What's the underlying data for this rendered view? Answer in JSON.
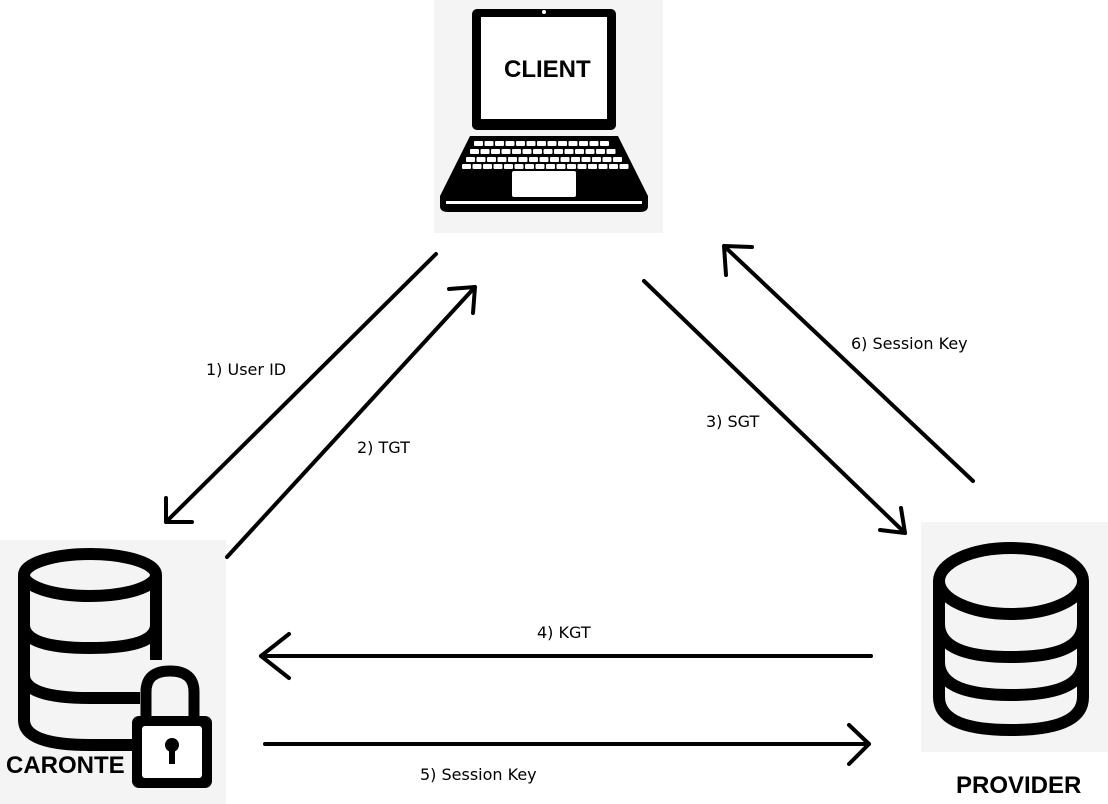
{
  "nodes": {
    "client": {
      "label": "CLIENT",
      "icon": "laptop-icon"
    },
    "caronte": {
      "label": "CARONTE",
      "icon": "database-lock-icon"
    },
    "provider": {
      "label": "PROVIDER",
      "icon": "database-icon"
    }
  },
  "edges": [
    {
      "id": "user-id",
      "label": "1) User ID",
      "from": "CLIENT",
      "to": "CARONTE"
    },
    {
      "id": "tgt",
      "label": "2) TGT",
      "from": "CARONTE",
      "to": "CLIENT"
    },
    {
      "id": "sgt",
      "label": "3) SGT",
      "from": "CLIENT",
      "to": "PROVIDER"
    },
    {
      "id": "kgt",
      "label": "4) KGT",
      "from": "PROVIDER",
      "to": "CARONTE"
    },
    {
      "id": "session-key-5",
      "label": "5) Session Key",
      "from": "CARONTE",
      "to": "PROVIDER"
    },
    {
      "id": "session-key-6",
      "label": "6) Session Key",
      "from": "PROVIDER",
      "to": "CLIENT"
    }
  ],
  "colors": {
    "ink": "#000000",
    "node_background": "#f4f4f4",
    "page": "#ffffff"
  }
}
